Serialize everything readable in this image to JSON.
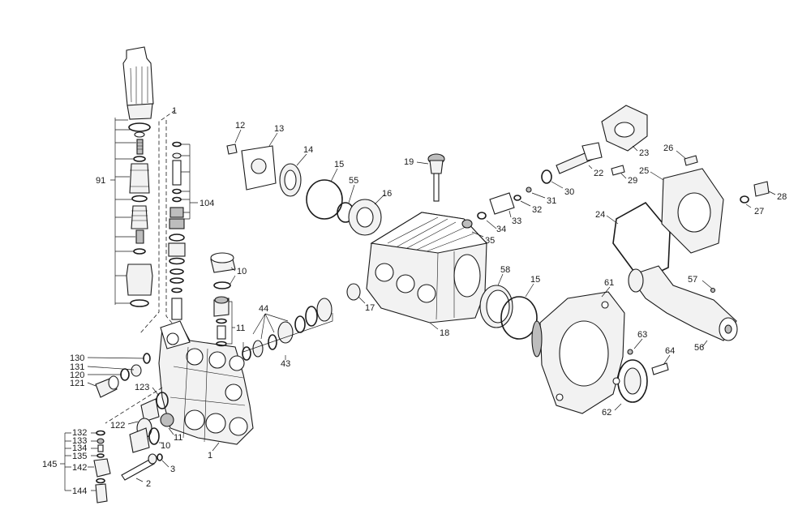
{
  "diagram": {
    "type": "exploded-parts-view",
    "background": "#ffffff",
    "ink": "#1a1a1a"
  },
  "callouts": {
    "c1": "1",
    "c1b": "1",
    "c2": "2",
    "c3": "3",
    "c10": "10",
    "c10b": "10",
    "c11": "11",
    "c11b": "11",
    "c12": "12",
    "c13": "13",
    "c14": "14",
    "c15": "15",
    "c15b": "15",
    "c16": "16",
    "c17": "17",
    "c18": "18",
    "c19": "19",
    "c22": "22",
    "c23": "23",
    "c24": "24",
    "c25": "25",
    "c26": "26",
    "c27": "27",
    "c28": "28",
    "c29": "29",
    "c30": "30",
    "c31": "31",
    "c32": "32",
    "c33": "33",
    "c34": "34",
    "c35": "35",
    "c43": "43",
    "c44": "44",
    "c55": "55",
    "c56": "56",
    "c57": "57",
    "c58": "58",
    "c61": "61",
    "c62": "62",
    "c63": "63",
    "c64": "64",
    "c91": "91",
    "c104": "104",
    "c120": "120",
    "c121": "121",
    "c122": "122",
    "c123": "123",
    "c130": "130",
    "c131": "131",
    "c132": "132",
    "c133": "133",
    "c134": "134",
    "c135": "135",
    "c142": "142",
    "c144": "144",
    "c145": "145"
  }
}
